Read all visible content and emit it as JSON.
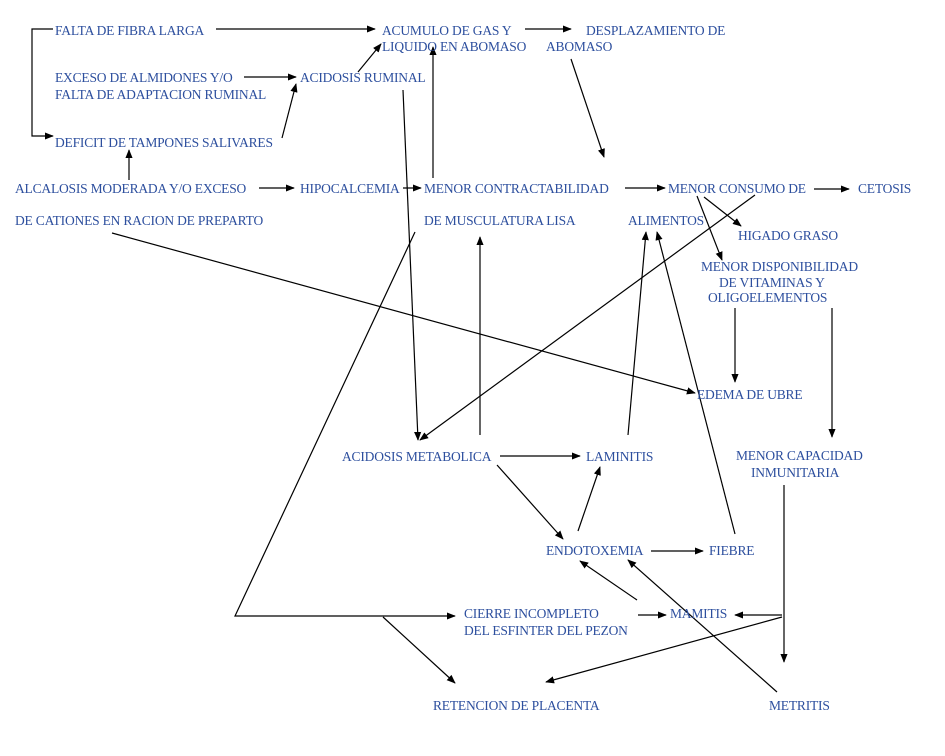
{
  "nodes": {
    "falta_fibra": "FALTA DE FIBRA LARGA",
    "exceso_almidones_1": "EXCESO DE ALMIDONES Y/O",
    "exceso_almidones_2": "FALTA DE ADAPTACION RUMINAL",
    "deficit_tampones": "DEFICIT DE TAMPONES SALIVARES",
    "alcalosis_1": "ALCALOSIS MODERADA Y/O EXCESO",
    "alcalosis_2": "DE CATIONES EN RACION DE PREPARTO",
    "acidosis_ruminal": "ACIDOSIS RUMINAL",
    "acumulo_1": "ACUMULO DE GAS Y",
    "acumulo_2": "LIQUIDO EN ABOMASO",
    "desplazamiento_1": "DESPLAZAMIENTO DE",
    "desplazamiento_2": "ABOMASO",
    "hipocalcemia": "HIPOCALCEMIA",
    "menor_contract_1": "MENOR CONTRACTABILIDAD",
    "menor_contract_2": "DE MUSCULATURA LISA",
    "menor_consumo_1": "MENOR CONSUMO DE",
    "menor_consumo_2": "ALIMENTOS",
    "cetosis": "CETOSIS",
    "higado_graso": "HIGADO GRASO",
    "menor_disp_1": "MENOR  DISPONIBILIDAD",
    "menor_disp_2": "DE  VITAMINAS Y",
    "menor_disp_3": "OLIGOELEMENTOS",
    "edema": "EDEMA DE UBRE",
    "menor_cap_1": "MENOR   CAPACIDAD",
    "menor_cap_2": "INMUNITARIA",
    "acidosis_metabolica": "ACIDOSIS METABOLICA",
    "laminitis": "LAMINITIS",
    "endotoxemia": "ENDOTOXEMIA",
    "fiebre": "FIEBRE",
    "cierre_1": "CIERRE INCOMPLETO",
    "cierre_2": "DEL ESFINTER DEL PEZON",
    "mamitis": "MAMITIS",
    "retencion": "RETENCION DE PLACENTA",
    "metritis": "METRITIS"
  },
  "colors": {
    "text": "#2d4f9e",
    "arrow": "#000000"
  }
}
